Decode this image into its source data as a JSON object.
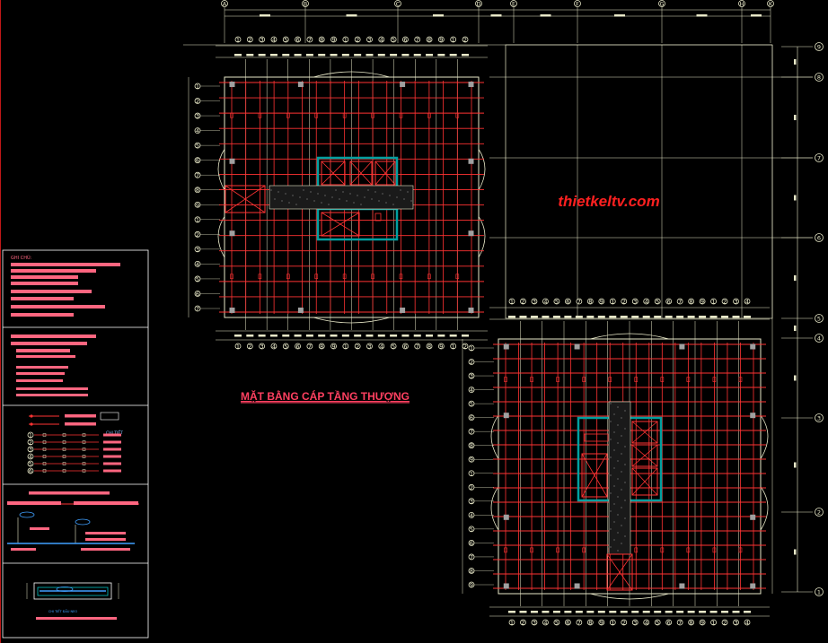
{
  "drawing": {
    "title": "MẶT BẰNG CÁP TẦNG THƯỢNG",
    "watermark": "thietkeltv.com"
  },
  "grid": {
    "column_labels": [
      "A",
      "B",
      "C",
      "D",
      "E",
      "F",
      "G",
      "H",
      "K"
    ],
    "row_labels": [
      "9",
      "8",
      "7",
      "6",
      "5",
      "4",
      "3",
      "2",
      "1"
    ]
  },
  "legend": {
    "note_heading": "GHI CHÚ",
    "section_tag": "CHI TIẾT",
    "section_label": "CHI TIẾT ĐẦU NEO"
  },
  "colors": {
    "background": "#000000",
    "cable": "#ff3333",
    "grid": "#e8e8c8",
    "core_fill": "#00a0a0",
    "frame": "#ffffff",
    "legend_text": "#ff6680",
    "watermark": "#ff2020",
    "title": "#ff4060",
    "dim": "#8080ff"
  }
}
